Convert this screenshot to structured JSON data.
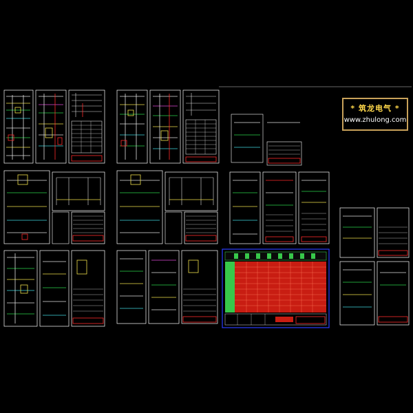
{
  "logo": {
    "title": "*   筑龙电气   *",
    "url": "www.zhulong.com"
  },
  "colors": {
    "background": "#000000",
    "frame": "#ffffff",
    "wire_white": "#e0e0e0",
    "wire_green": "#2bd44a",
    "wire_yellow": "#f2e04a",
    "wire_red": "#ff2b2b",
    "wire_cyan": "#3fd9e0",
    "wire_magenta": "#e04ad9",
    "wire_blue": "#5a6bff",
    "panel_red": "#c81d12",
    "panel_green": "#37c84a",
    "panel_border": "#2a3cff",
    "logo_border": "#c9a25a",
    "logo_text": "#ffd84a"
  },
  "drawing_sheets": [
    "sheet-row1-a",
    "sheet-row1-b",
    "sheet-row1-c",
    "sheet-row1-d",
    "sheet-row1-e",
    "sheet-row1-f",
    "sheet-row2-a",
    "sheet-row2-b",
    "sheet-row2-c",
    "sheet-row2-d",
    "sheet-row3-a",
    "sheet-row3-b",
    "sheet-row3-c",
    "sheet-row3-d",
    "sheet-small-top",
    "sheet-mid-right-a",
    "sheet-mid-right-b",
    "sheet-far-right-a",
    "sheet-far-right-b",
    "distribution-panel-red"
  ]
}
